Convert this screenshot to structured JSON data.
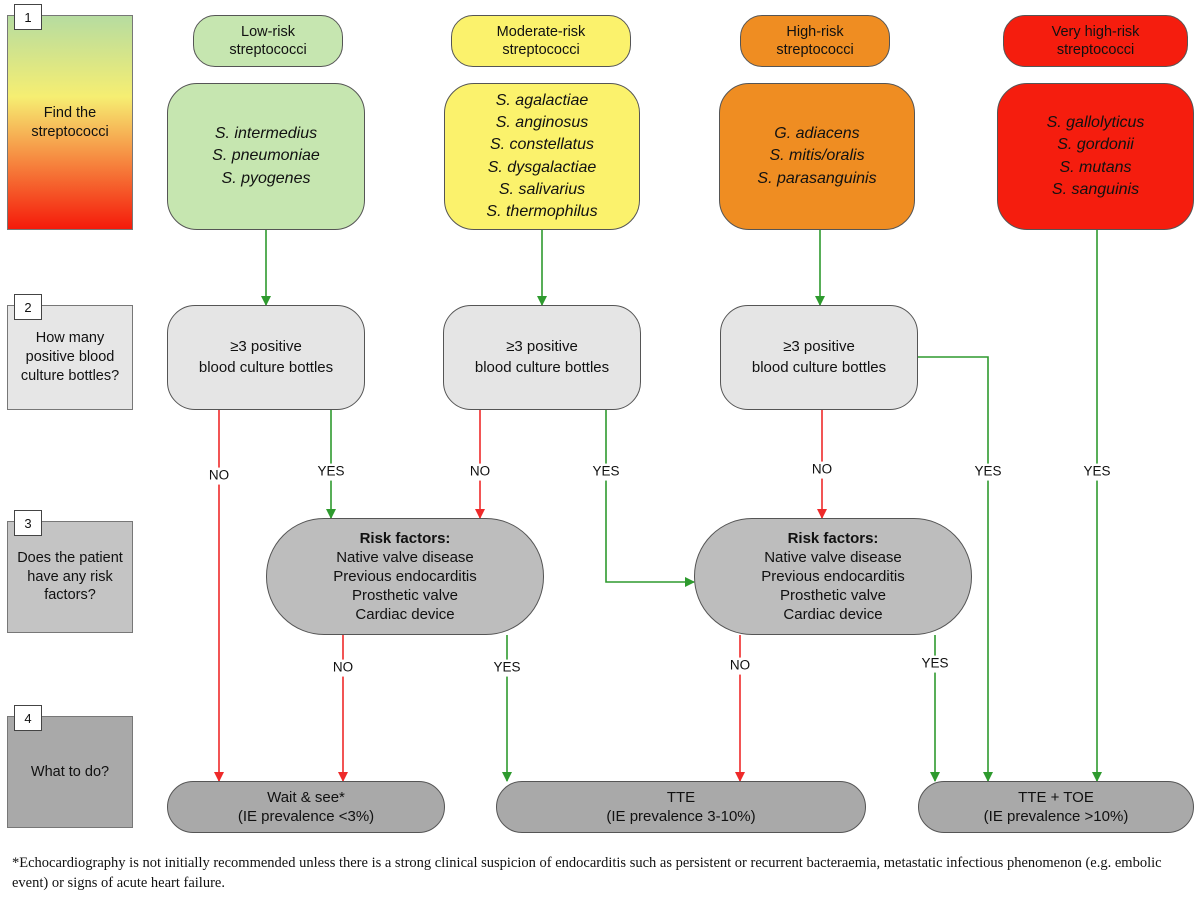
{
  "steps": [
    {
      "number": "1",
      "text": "Find the streptococci"
    },
    {
      "number": "2",
      "text": "How many positive blood culture bottles?"
    },
    {
      "number": "3",
      "text": "Does the patient have any risk factors?"
    },
    {
      "number": "4",
      "text": "What to do?"
    }
  ],
  "risk_groups": [
    {
      "label": "Low-risk streptococci",
      "color": "#c6e6b0",
      "species": [
        "S. intermedius",
        "S. pneumoniae",
        "S. pyogenes"
      ]
    },
    {
      "label": "Moderate-risk streptococci",
      "color": "#fbf26c",
      "species": [
        "S. agalactiae",
        "S. anginosus",
        "S. constellatus",
        "S. dysgalactiae",
        "S. salivarius",
        "S. thermophilus"
      ]
    },
    {
      "label": "High-risk streptococci",
      "color": "#ef8d22",
      "species": [
        "G. adiacens",
        "S. mitis/oralis",
        "S. parasanguinis"
      ]
    },
    {
      "label": "Very high-risk streptococci",
      "color": "#f51d0e",
      "species": [
        "S. gallolyticus",
        "S. gordonii",
        "S. mutans",
        "S. sanguinis"
      ]
    }
  ],
  "blood_culture": {
    "line1": "≥3 positive",
    "line2": "blood culture bottles"
  },
  "risk_factors": {
    "title": "Risk factors:",
    "items": [
      "Native valve disease",
      "Previous endocarditis",
      "Prosthetic valve",
      "Cardiac device"
    ]
  },
  "outcomes": [
    {
      "title": "Wait & see*",
      "note": "(IE prevalence <3%)"
    },
    {
      "title": "TTE",
      "note": "(IE prevalence 3-10%)"
    },
    {
      "title": "TTE + TOE",
      "note": "(IE prevalence >10%)"
    }
  ],
  "edge_labels": {
    "no": "NO",
    "yes": "YES"
  },
  "colors": {
    "yes_arrow": "#2e9a2e",
    "no_arrow": "#ee2a2a",
    "gradient_top": "#b6dca0",
    "gradient_mid": "#f6ee72",
    "gradient_bottom": "#f51a0a"
  },
  "footnote": "*Echocardiography is not initially recommended unless there is a strong clinical suspicion of endocarditis such as persistent or recurrent bacteraemia, metastatic infectious phenomenon (e.g. embolic event) or signs of acute heart failure."
}
